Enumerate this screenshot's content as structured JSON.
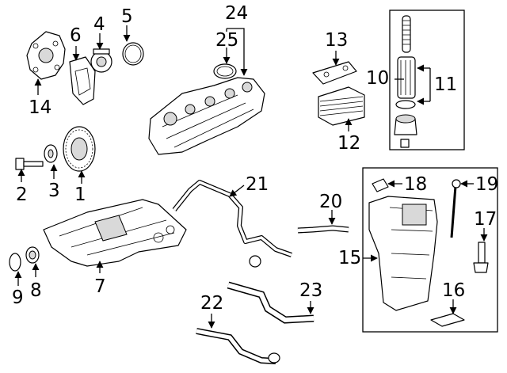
{
  "callouts": {
    "c1": "1",
    "c2": "2",
    "c3": "3",
    "c4": "4",
    "c5": "5",
    "c6": "6",
    "c7": "7",
    "c8": "8",
    "c9": "9",
    "c10": "10",
    "c11": "11",
    "c12": "12",
    "c13": "13",
    "c14": "14",
    "c15": "15",
    "c16": "16",
    "c17": "17",
    "c18": "18",
    "c19": "19",
    "c20": "20",
    "c21": "21",
    "c22": "22",
    "c23": "23",
    "c24": "24",
    "c25": "25"
  },
  "colors": {
    "line": "#000000",
    "background": "#ffffff",
    "shading": "#d9d9d9"
  }
}
